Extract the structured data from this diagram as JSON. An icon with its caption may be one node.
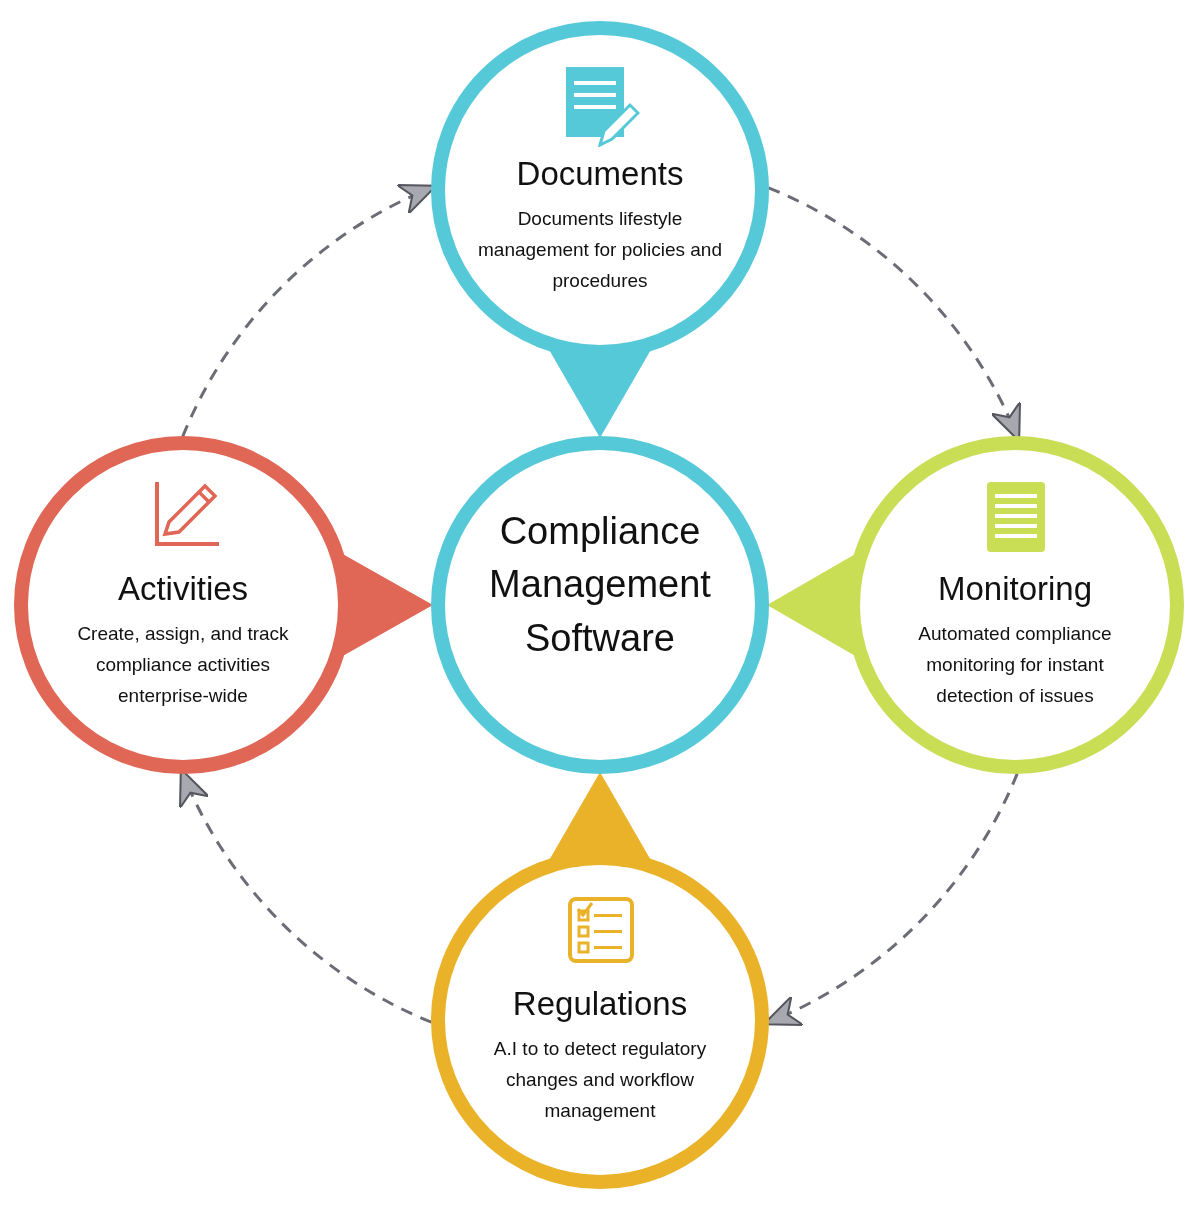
{
  "diagram": {
    "nodes": [
      {
        "text": [
          "Compliance Management Software"
        ]
      },
      {
        "text": [
          "Documents",
          "Documents lifestyle management for policies and procedures"
        ]
      },
      {
        "text": [
          "Monitoring",
          "Automated compliance monitoring for instant detection of issues"
        ]
      },
      {
        "text": [
          "Regulations",
          "A.I to to detect regulatory changes and workflow management"
        ]
      },
      {
        "text": [
          "Activities",
          "Create, assign, and track compliance activities enterprise-wide"
        ]
      }
    ],
    "edges": [
      {
        "from": 1,
        "to": 0,
        "arrow": "to",
        "color": "#56c9d9"
      },
      {
        "from": 2,
        "to": 0,
        "arrow": "to",
        "color": "#c9dd55"
      },
      {
        "from": 3,
        "to": 0,
        "arrow": "to",
        "color": "#e9b228"
      },
      {
        "from": 4,
        "to": 0,
        "arrow": "to",
        "color": "#e06656"
      },
      {
        "from": 1,
        "to": 2,
        "arrow": "to",
        "style": "dashed"
      },
      {
        "from": 2,
        "to": 3,
        "arrow": "to",
        "style": "dashed"
      },
      {
        "from": 3,
        "to": 4,
        "arrow": "to",
        "style": "dashed"
      },
      {
        "from": 4,
        "to": 1,
        "arrow": "to",
        "style": "dashed"
      }
    ]
  }
}
